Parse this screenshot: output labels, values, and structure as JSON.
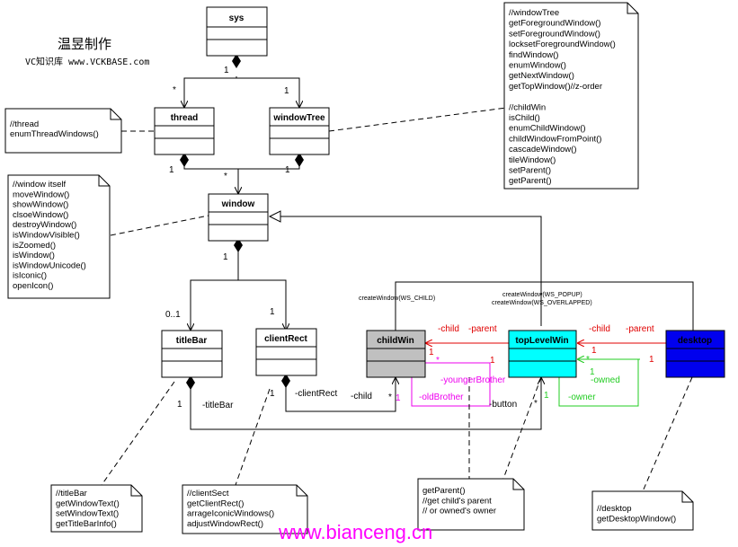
{
  "header": {
    "author": "温昱制作",
    "site": "VC知识库 www.VCKBASE.com"
  },
  "watermark": "www.bianceng.cn",
  "classes": {
    "sys": "sys",
    "thread": "thread",
    "windowTree": "windowTree",
    "window": "window",
    "titleBar": "titleBar",
    "clientRect": "clientRect",
    "childWin": "childWin",
    "topLevelWin": "topLevelWin",
    "desktop": "desktop"
  },
  "colors": {
    "childWin_fill": "#c0c0c0",
    "topLevelWin_fill": "#00ffff",
    "desktop_fill": "#0000ee",
    "parent_link": "#e00000",
    "brother_link": "#ee00ee",
    "owner_link": "#22cc22"
  },
  "notes": {
    "thread": [
      "//thread",
      "enumThreadWindows()"
    ],
    "windowTree": [
      "//windowTree",
      "getForegroundWindow()",
      "setForegroundWindow()",
      "locksetForegroundWindow()",
      "findWindow()",
      "enumWindow()",
      "getNextWindow()",
      "getTopWindow()//z-order",
      "",
      "//childWin",
      "isChild()",
      "enumChildWindow()",
      "childWindowFromPoint()",
      "cascadeWindow()",
      "tileWindow()",
      "setParent()",
      "getParent()"
    ],
    "window": [
      "//window itself",
      "moveWindow()",
      "showWindow()",
      "clsoeWindow()",
      "destroyWindow()",
      "isWindowVisible()",
      "isZoomed()",
      "isWindow()",
      "isWindowUnicode()",
      "isIconic()",
      "openIcon()"
    ],
    "titleBar": [
      "//titleBar",
      "getWindowText()",
      "setWindowText()",
      "getTitleBarInfo()"
    ],
    "clientRect": [
      "//clientSect",
      "getClientRect()",
      "arrageIconicWindows()",
      "adjustWindowRect()"
    ],
    "parent": [
      "getParent()",
      "//get child's parent",
      "//  or owned's owner"
    ],
    "desktop": [
      "//desktop",
      "getDesktopWindow()"
    ]
  },
  "labels": {
    "create_child": "createWindow(WS_CHILD)",
    "create_popup": "createWindow(WS_POPUP)",
    "create_overlapped": "createWindow(WS_OVERLAPPED)",
    "child": "-child",
    "parent": "-parent",
    "child2": "-child",
    "parent2": "-parent",
    "youngerBrother": "-youngerBrother",
    "oldBrother": "-oldBrother",
    "owned": "-owned",
    "owner": "-owner",
    "button": "-button",
    "titleBar_role": "-titleBar",
    "clientRect_role": "-clientRect",
    "child_role": "-child"
  },
  "multiplicities": {
    "sys_1": "1",
    "sys_star": "*",
    "sys_tree1": "1",
    "thread_1": "1",
    "tree_1": "1",
    "window_star": "*",
    "window_1": "1",
    "titleBar_01": "0..1",
    "clientRect_1": "1",
    "titleBar_bot": "1",
    "clientRect_bot": "1",
    "childWin_star": "*",
    "childWin_1": "1",
    "top_star": "*",
    "top_1": "1",
    "cw_r1": "1",
    "cw_rstar": "*",
    "cw_r1b": "1",
    "tl_l1": "1",
    "tl_lstar": "*",
    "tl_l1b": "1",
    "dt_1": "1"
  }
}
